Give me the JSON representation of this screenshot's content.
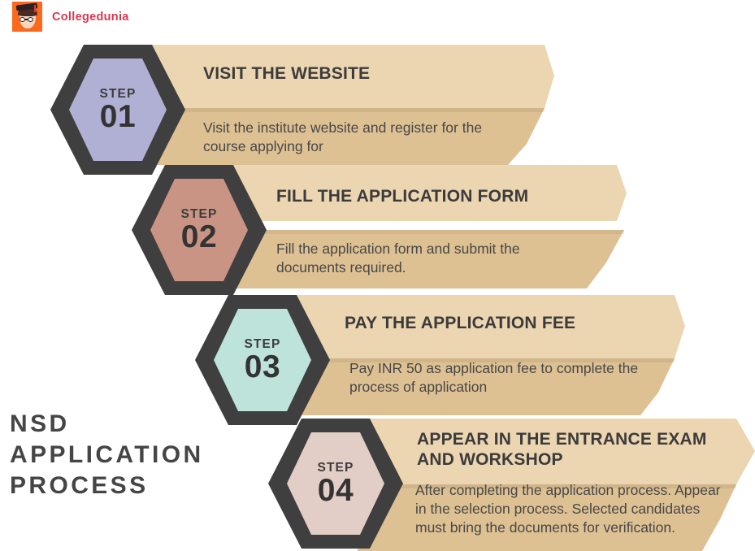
{
  "brand": {
    "name": "Collegedunia",
    "logo_icon": "graduate-face-icon",
    "accent_color": "#d6374f",
    "logo_bg_color": "#fb6a1c"
  },
  "page_title": "NSD APPLICATION PROCESS",
  "steps": [
    {
      "badge_word": "STEP",
      "badge_number": "01",
      "title": "VISIT THE WEBSITE",
      "body": "Visit the institute website and register for the course applying for",
      "hex_color": "#b0b0d4",
      "hex_border_color": "#3f3f3f",
      "band_top_color": "#ecd5b1",
      "band_bottom_color": "#dec193"
    },
    {
      "badge_word": "STEP",
      "badge_number": "02",
      "title": "FILL THE APPLICATION FORM",
      "body": "Fill the application form and submit the documents required.",
      "hex_color": "#c99484",
      "hex_border_color": "#3f3f3f",
      "band_top_color": "#ecd5b1",
      "band_bottom_color": "#dec193"
    },
    {
      "badge_word": "STEP",
      "badge_number": "03",
      "title": "PAY THE APPLICATION FEE",
      "body": "Pay INR 50 as application fee to complete the process of application",
      "hex_color": "#bde3da",
      "hex_border_color": "#3f3f3f",
      "band_top_color": "#ecd5b1",
      "band_bottom_color": "#dec193"
    },
    {
      "badge_word": "STEP",
      "badge_number": "04",
      "title": "APPEAR IN THE ENTRANCE EXAM AND WORKSHOP",
      "body": "After completing the application process. Appear in the selection process. Selected candidates must bring the documents for verification.",
      "hex_color": "#e3cdc7",
      "hex_border_color": "#3f3f3f",
      "band_top_color": "#ecd5b1",
      "band_bottom_color": "#dec193"
    }
  ]
}
